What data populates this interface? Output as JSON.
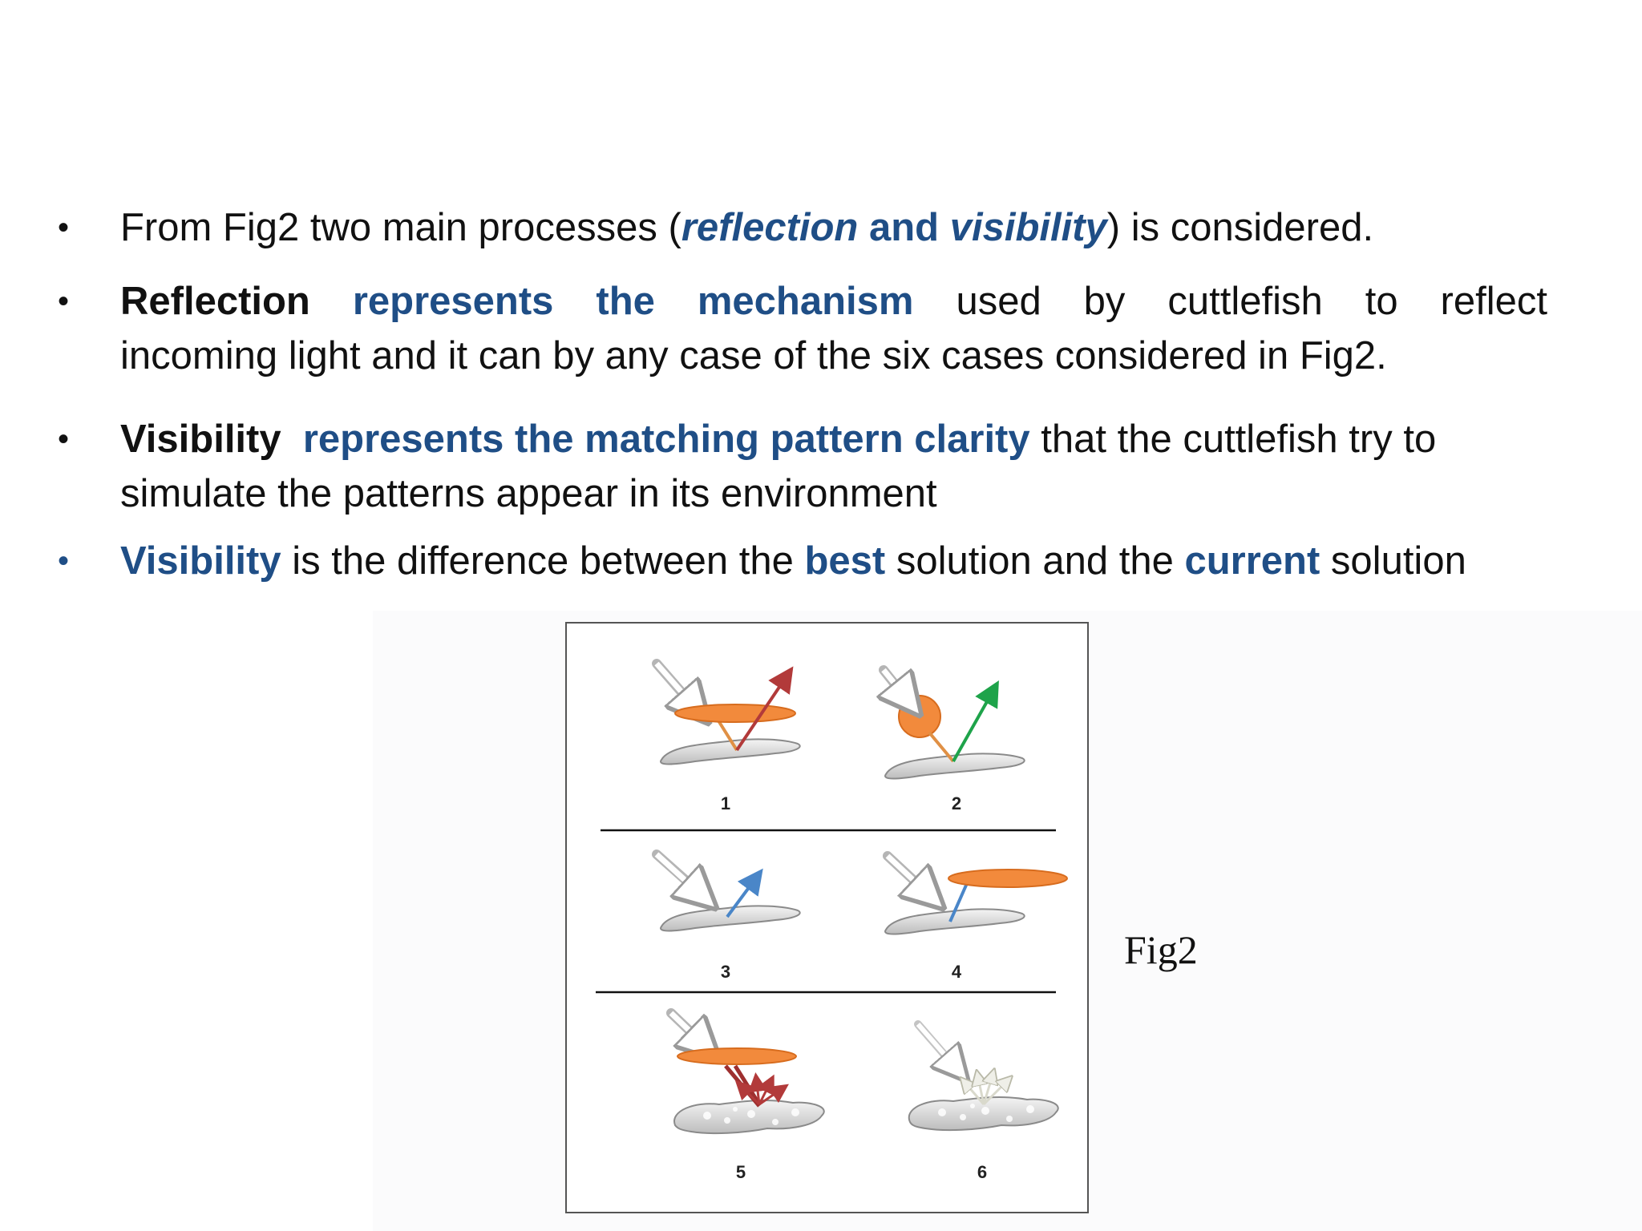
{
  "bullets": [
    {
      "dot": "•",
      "t1": "From Fig2 two main processes (",
      "t2": "reflection",
      "t3": " and ",
      "t4": "visibility",
      "t5": ") is considered."
    },
    {
      "dot": "•",
      "t1": "Reflection",
      "t2": "represents the mechanism",
      "t3": "used by cuttlefish to reflect",
      "t4": "incoming light and it can by any case of the six cases considered in Fig2."
    },
    {
      "dot": "•",
      "t1": "Visibility",
      "t2": "represents the matching pattern clarity",
      "t3": " that the cuttlefish try to simulate the patterns appear in its environment"
    },
    {
      "dot": "•",
      "t1": "Visibility",
      "t2": " is the difference between the ",
      "t3": "best",
      "t4": " solution and the ",
      "t5": "current",
      "t6": " solution"
    }
  ],
  "figure": {
    "caption": "Fig2",
    "case_labels": [
      "1",
      "2",
      "3",
      "4",
      "5",
      "6"
    ]
  },
  "colors": {
    "accent_blue": "#1f4e86",
    "orange": "#f28a3c",
    "red_arrow": "#b23a3a",
    "green_arrow": "#1ea34a",
    "blue_arrow": "#4a86c8"
  }
}
